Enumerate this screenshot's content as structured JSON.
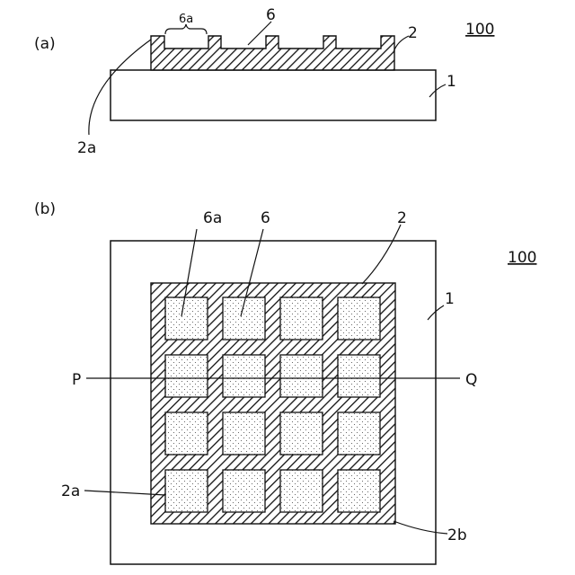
{
  "panel_a": {
    "tag": "(a)",
    "ref_number": "100",
    "labels": {
      "part_6a": "6a",
      "part_6": "6",
      "part_2": "2",
      "part_1": "1",
      "part_2a": "2a"
    }
  },
  "panel_b": {
    "tag": "(b)",
    "ref_number": "100",
    "labels": {
      "part_6a": "6a",
      "part_6": "6",
      "part_2": "2",
      "part_1": "1",
      "part_2a": "2a",
      "part_2b": "2b",
      "section_start": "P",
      "section_end": "Q"
    },
    "grid": {
      "rows": 4,
      "cols": 4
    }
  },
  "colors": {
    "line": "#111111",
    "background": "#ffffff"
  },
  "icons": {
    "hatch": "diagonal-hatch-pattern",
    "dots": "stipple-pattern"
  }
}
